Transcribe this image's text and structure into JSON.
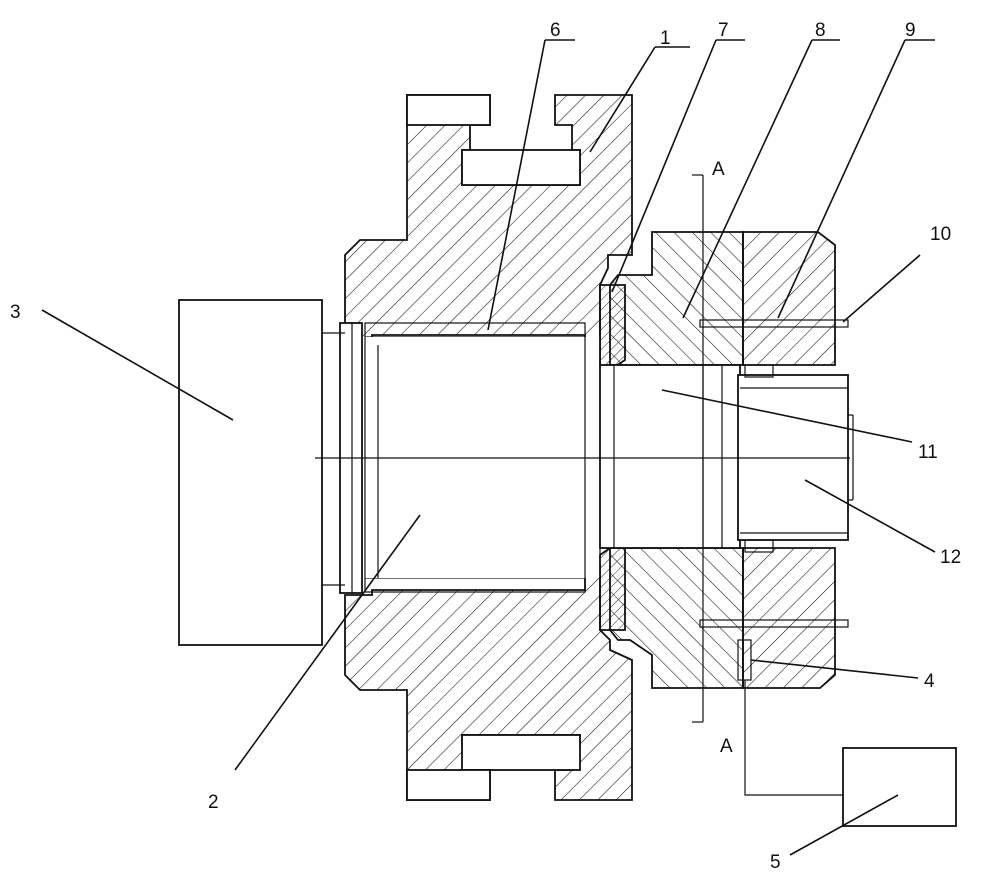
{
  "labels": {
    "l1": "1",
    "l2": "2",
    "l3": "3",
    "l4": "4",
    "l5": "5",
    "l6": "6",
    "l7": "7",
    "l8": "8",
    "l9": "9",
    "l10": "10",
    "l11": "11",
    "l12": "12",
    "section_top": "A",
    "section_bottom": "A"
  },
  "colors": {
    "stroke": "#111111",
    "background": "#ffffff"
  }
}
